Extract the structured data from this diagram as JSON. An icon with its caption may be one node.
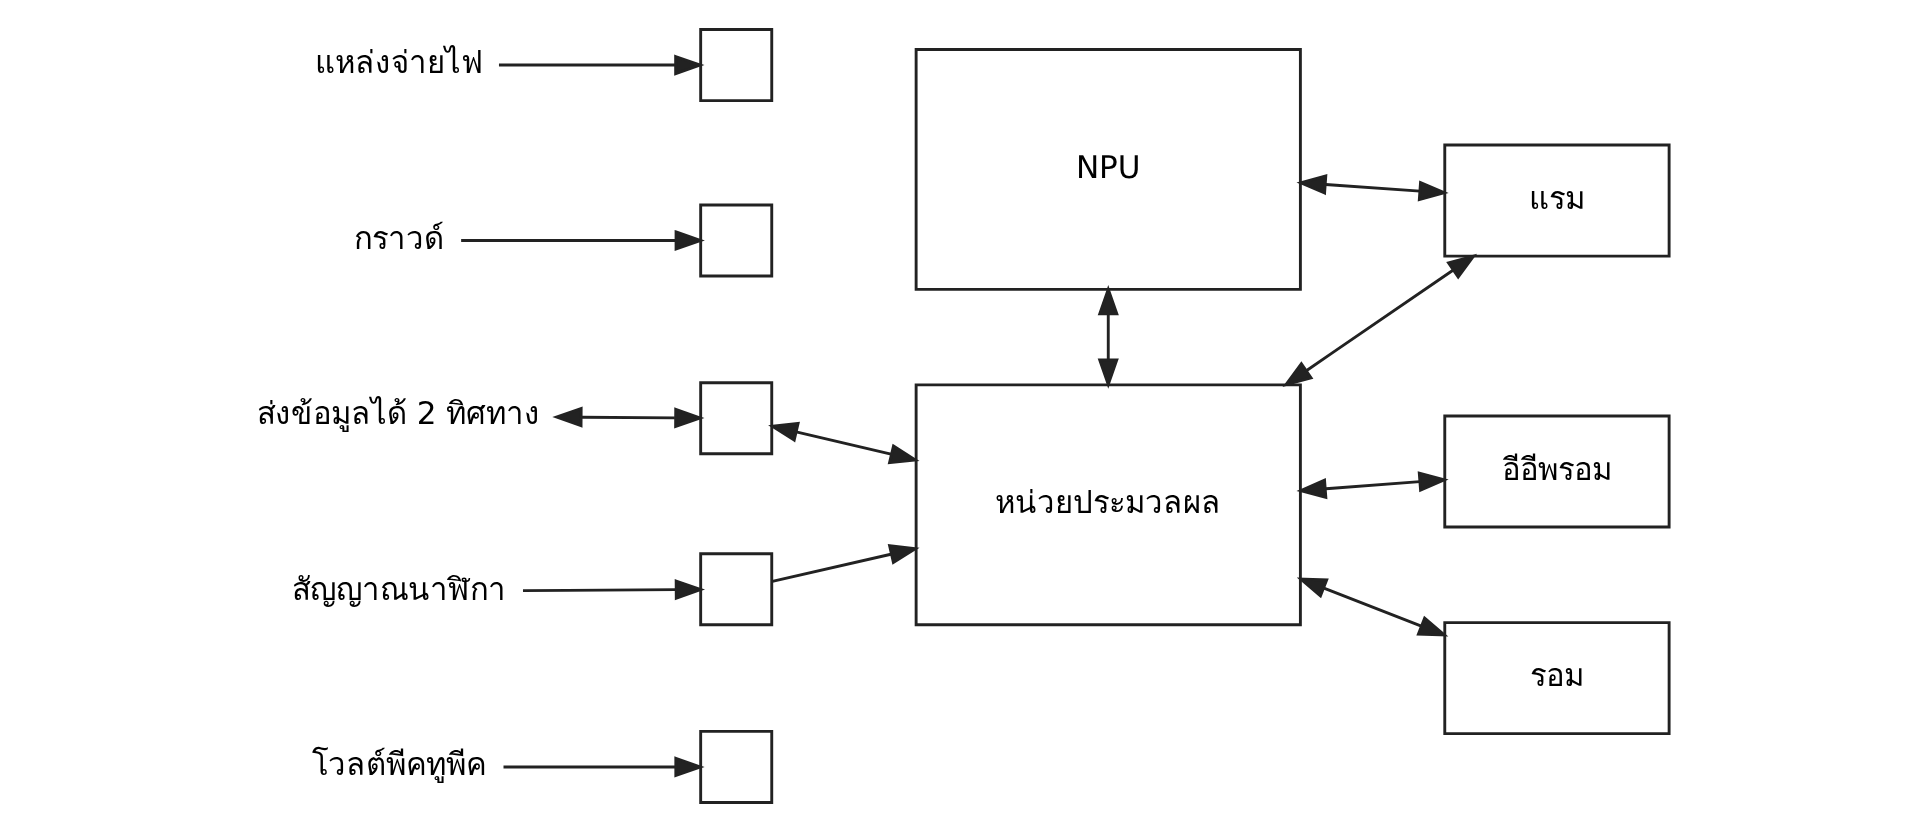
{
  "diagram": {
    "nodes": [
      {
        "text": [
          "แหล่งจ่ายไฟ"
        ]
      },
      {
        "text": [
          "กราวด์"
        ]
      },
      {
        "text": [
          "ส่งข้อมูลได้ 2 ทิศทาง"
        ]
      },
      {
        "text": [
          "สัญญาณนาฬิกา"
        ]
      },
      {
        "text": [
          "โวลต์พีคทูพีค"
        ]
      },
      {
        "text": [],
        "shape": "box"
      },
      {
        "text": [],
        "shape": "box"
      },
      {
        "text": [],
        "shape": "box"
      },
      {
        "text": [],
        "shape": "box"
      },
      {
        "text": [],
        "shape": "box"
      },
      {
        "text": [
          "NPU"
        ]
      },
      {
        "text": [
          "หน่วยประมวลผล"
        ]
      },
      {
        "text": [
          "แรม"
        ]
      },
      {
        "text": [
          "อีอีพรอม"
        ]
      },
      {
        "text": [
          "รอม"
        ]
      }
    ],
    "edges": [
      {
        "from": 0,
        "to": 5,
        "arrow": "to"
      },
      {
        "from": 1,
        "to": 6,
        "arrow": "to"
      },
      {
        "from": 2,
        "to": 7,
        "arrow": "both"
      },
      {
        "from": 3,
        "to": 8,
        "arrow": "to"
      },
      {
        "from": 4,
        "to": 9,
        "arrow": "to"
      },
      {
        "from": 7,
        "to": 11,
        "arrow": "both"
      },
      {
        "from": 8,
        "to": 11,
        "arrow": "to"
      },
      {
        "from": 10,
        "to": 11,
        "arrow": "both"
      },
      {
        "from": 10,
        "to": 12,
        "arrow": "both"
      },
      {
        "from": 11,
        "to": 12,
        "arrow": "both"
      },
      {
        "from": 11,
        "to": 13,
        "arrow": "both"
      },
      {
        "from": 11,
        "to": 14,
        "arrow": "both"
      }
    ]
  }
}
